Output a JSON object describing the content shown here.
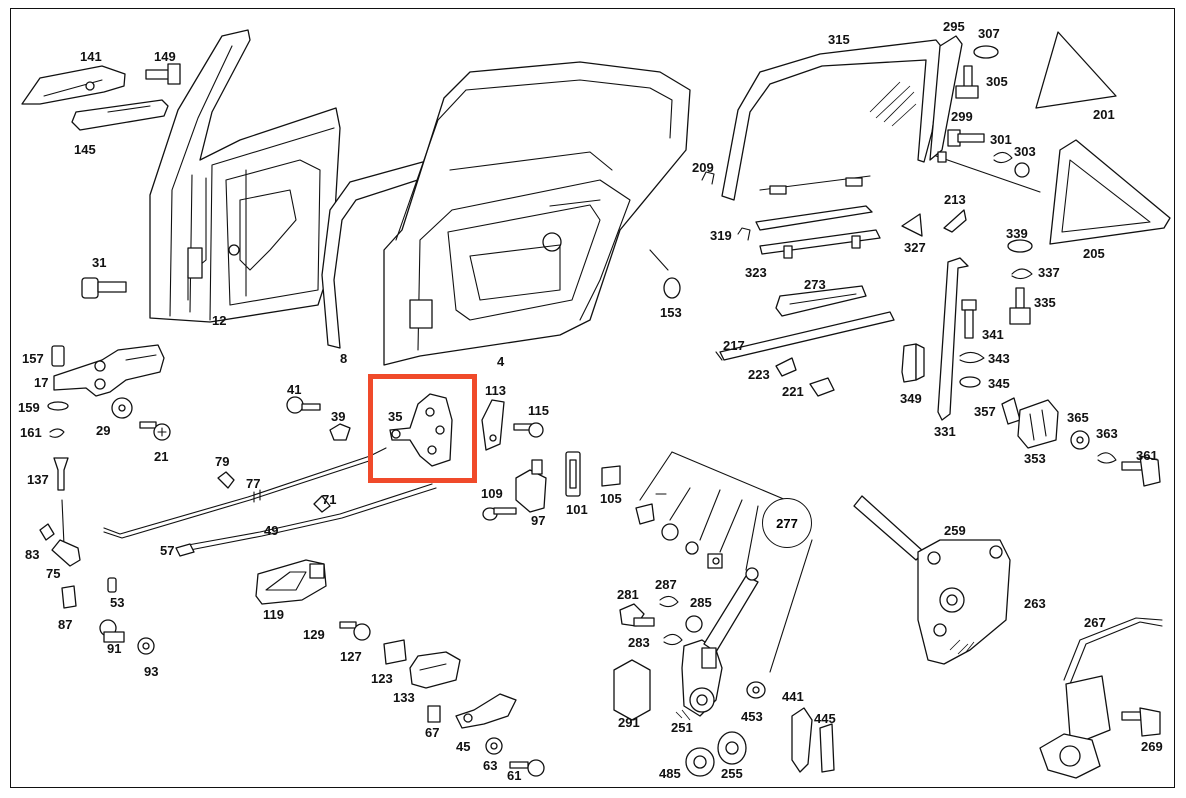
{
  "diagram": {
    "highlight_color": "#f04a2a",
    "highlighted_part": "35",
    "callout_label": "277",
    "part_labels": [
      "141",
      "149",
      "145",
      "31",
      "12",
      "8",
      "4",
      "153",
      "157",
      "17",
      "159",
      "161",
      "29",
      "21",
      "41",
      "39",
      "35",
      "113",
      "115",
      "137",
      "79",
      "77",
      "71",
      "49",
      "109",
      "97",
      "101",
      "105",
      "83",
      "75",
      "57",
      "87",
      "53",
      "91",
      "93",
      "119",
      "129",
      "127",
      "123",
      "133",
      "67",
      "45",
      "63",
      "61",
      "315",
      "295",
      "307",
      "305",
      "201",
      "299",
      "301",
      "303",
      "209",
      "319",
      "213",
      "327",
      "339",
      "337",
      "205",
      "335",
      "323",
      "273",
      "341",
      "217",
      "223",
      "221",
      "349",
      "343",
      "345",
      "357",
      "331",
      "353",
      "365",
      "363",
      "361",
      "287",
      "285",
      "281",
      "283",
      "291",
      "251",
      "259",
      "263",
      "453",
      "441",
      "445",
      "267",
      "269",
      "485",
      "255"
    ]
  }
}
